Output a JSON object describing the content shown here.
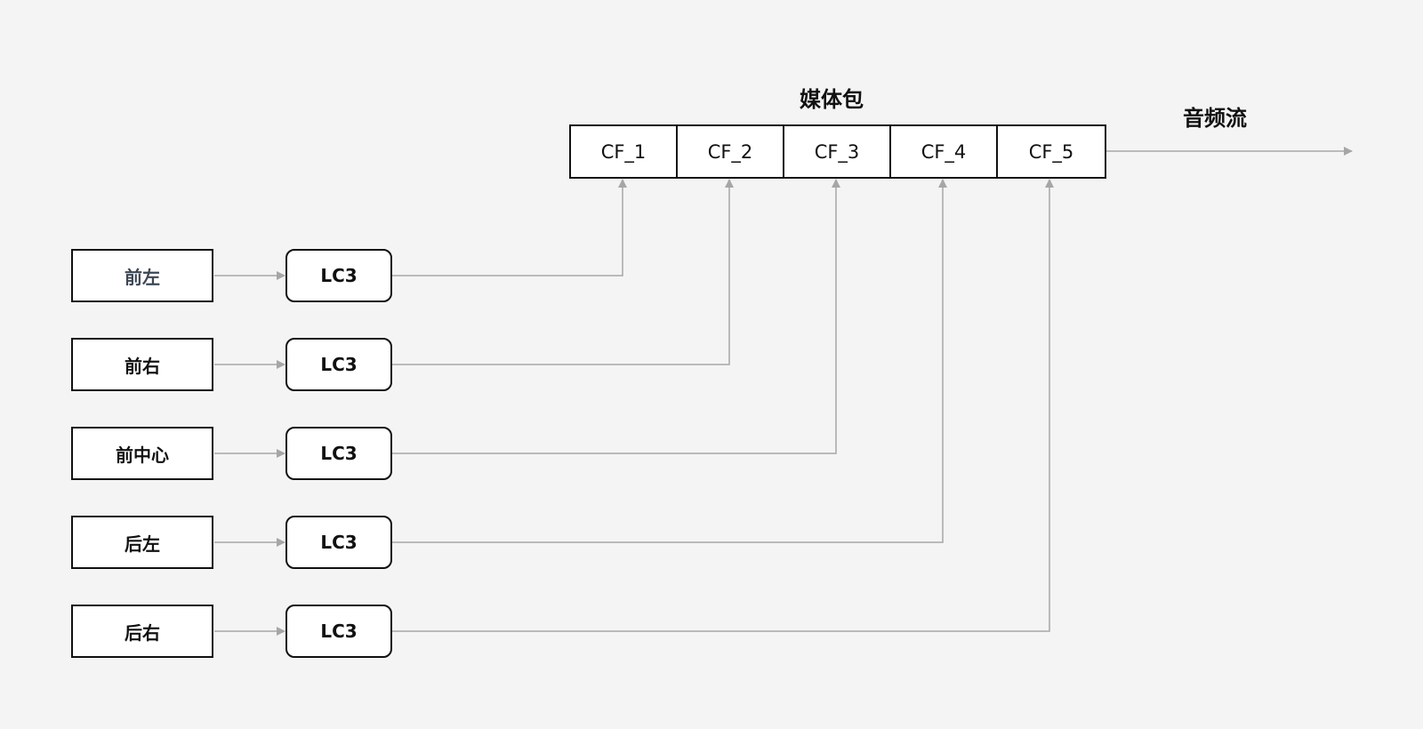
{
  "diagram": {
    "packet_title": "媒体包",
    "stream_label": "音频流",
    "frames": [
      "CF_1",
      "CF_2",
      "CF_3",
      "CF_4",
      "CF_5"
    ],
    "channels": [
      {
        "label": "前左",
        "codec": "LC3"
      },
      {
        "label": "前右",
        "codec": "LC3"
      },
      {
        "label": "前中心",
        "codec": "LC3"
      },
      {
        "label": "后左",
        "codec": "LC3"
      },
      {
        "label": "后右",
        "codec": "LC3"
      }
    ],
    "colors": {
      "background": "#f4f4f4",
      "box_border": "#111111",
      "wire": "#a6a6a6",
      "muted_text": "#3d4654"
    }
  }
}
